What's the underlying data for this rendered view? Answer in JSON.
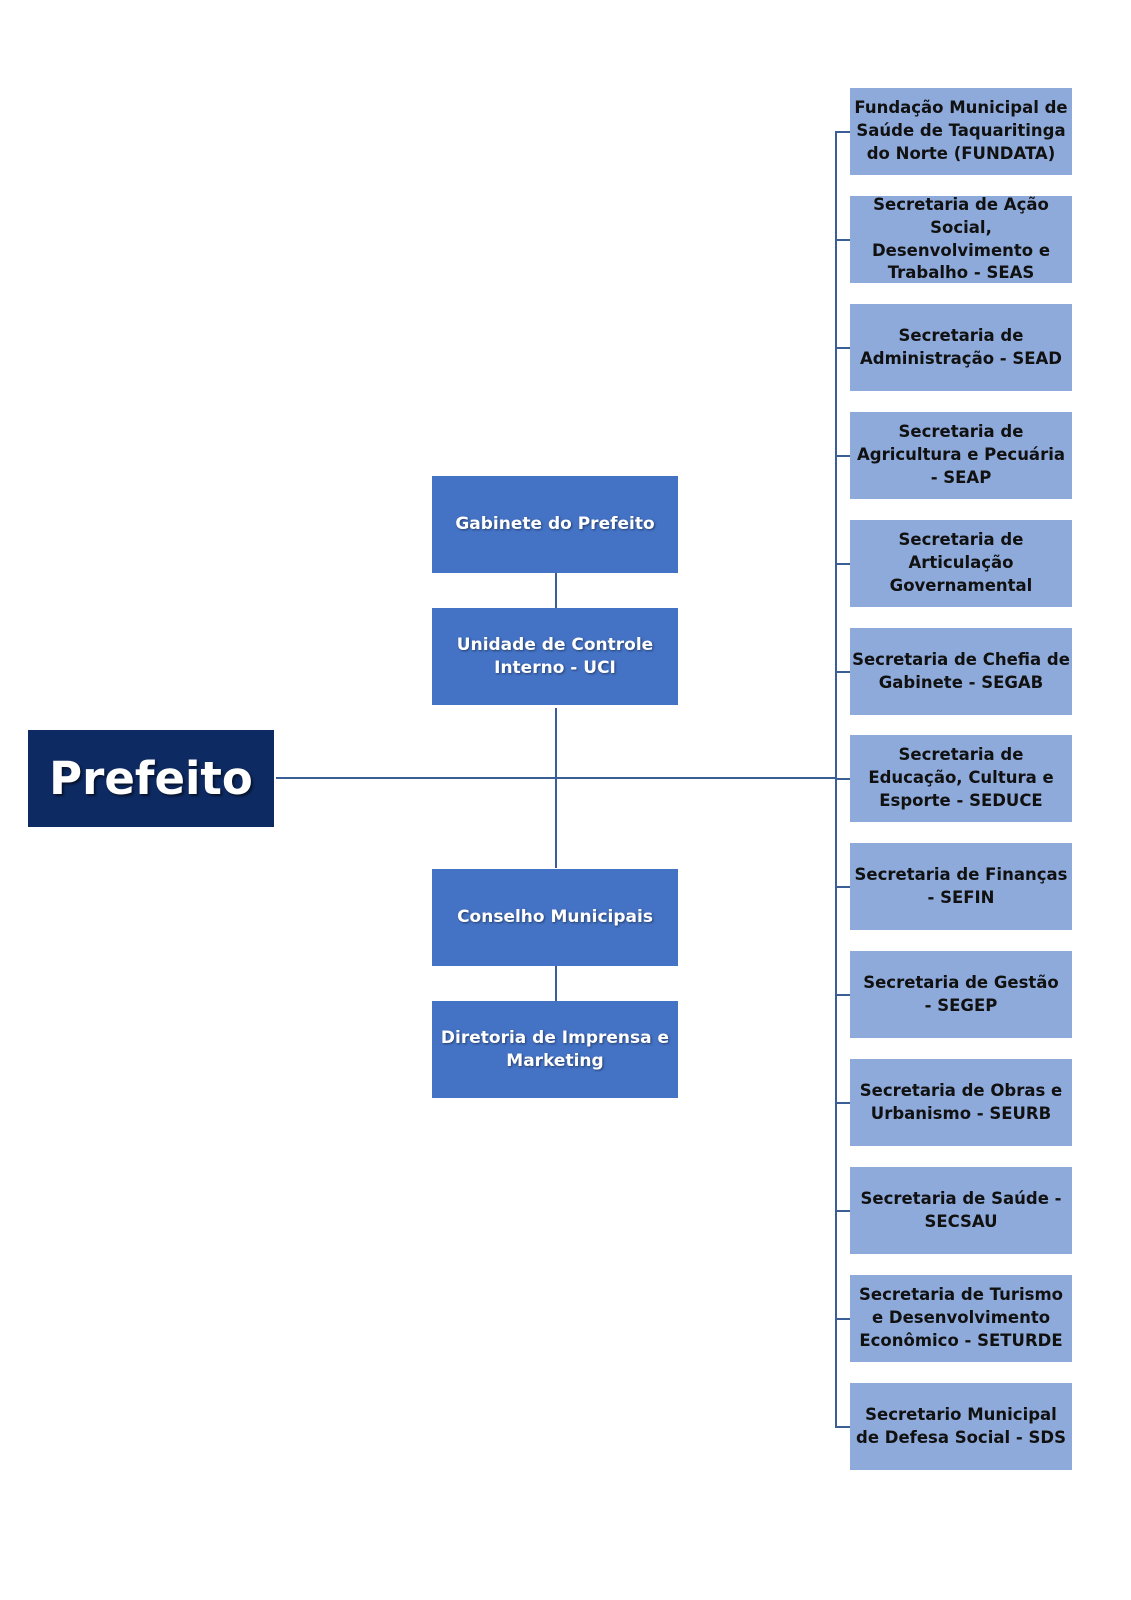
{
  "chart": {
    "root": {
      "label": "Prefeito"
    },
    "staff_units": [
      "Gabinete do Prefeito",
      "Unidade de Controle Interno - UCI",
      "Conselho Municipais",
      "Diretoria de Imprensa e Marketing"
    ],
    "departments": [
      "Fundação Municipal de Saúde de Taquaritinga do Norte (FUNDATA)",
      "Secretaria de Ação Social, Desenvolvimento e Trabalho - SEAS",
      "Secretaria de Administração - SEAD",
      "Secretaria de Agricultura e Pecuária - SEAP",
      "Secretaria de Articulação Governamental",
      "Secretaria de Chefia de Gabinete - SEGAB",
      "Secretaria de Educação, Cultura e Esporte - SEDUCE",
      "Secretaria de Finanças - SEFIN",
      "Secretaria de Gestão - SEGEP",
      "Secretaria de Obras e Urbanismo - SEURB",
      "Secretaria de Saúde - SECSAU",
      "Secretaria de Turismo e Desenvolvimento Econômico - SETURDE",
      "Secretario Municipal de Defesa Social - SDS"
    ]
  },
  "colors": {
    "root_fill": "#0e2a62",
    "staff_fill": "#4472c4",
    "department_fill": "#8eaadb",
    "connector": "#3a5f96"
  }
}
